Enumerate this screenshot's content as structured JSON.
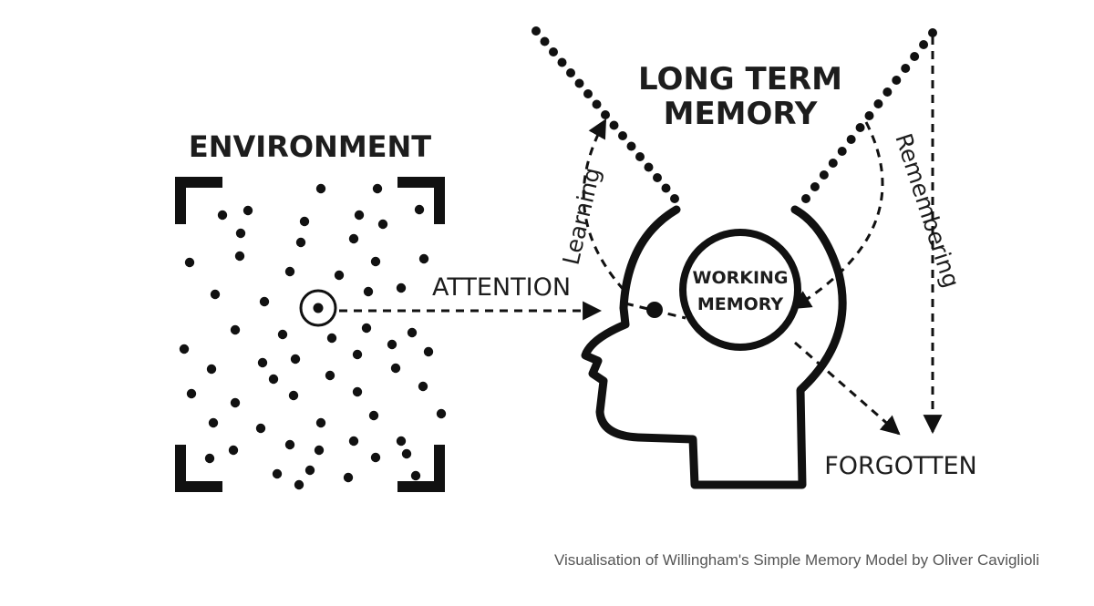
{
  "title": "LONG TERM MEMORY",
  "title_lines": [
    "LONG TERM",
    "MEMORY"
  ],
  "environment_label": "ENVIRONMENT",
  "attention_label": "ATTENTION",
  "working_memory_lines": [
    "WORKING",
    "MEMORY"
  ],
  "learning_label": "Learning",
  "remembering_label": "Remembering",
  "forgotten_label": "FORGOTTEN",
  "caption": "Visualisation of Willingham's Simple Memory Model by Oliver Caviglioli",
  "colors": {
    "ink": "#111111",
    "caption": "#555555",
    "background": "#ffffff"
  }
}
